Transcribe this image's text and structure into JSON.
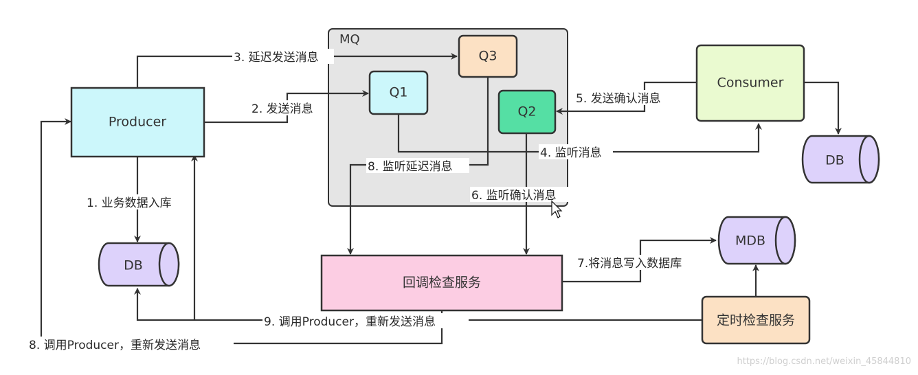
{
  "mq": {
    "title": "MQ"
  },
  "nodes": {
    "producer": "Producer",
    "q1": "Q1",
    "q2": "Q2",
    "q3": "Q3",
    "consumer": "Consumer",
    "db_left": "DB",
    "db_right": "DB",
    "mdb": "MDB",
    "callback": "回调检查服务",
    "timer": "定时检查服务"
  },
  "edges": {
    "e1": "1. 业务数据入库",
    "e2": "2. 发送消息",
    "e3": "3. 延迟发送消息",
    "e4": "4. 监听消息",
    "e5": "5. 发送确认消息",
    "e6": "6. 监听确认消息",
    "e7": "7.将消息写入数据库",
    "e8a": "8. 监听延迟消息",
    "e8b": "8. 调用Producer，重新发送消息",
    "e9": "9. 调用Producer，重新发送消息"
  },
  "watermark": "https://blog.csdn.net/weixin_45844810",
  "colors": {
    "producer": "#ccf7fb",
    "q1": "#ccf7fb",
    "q2": "#55dfa4",
    "q3": "#fce1c4",
    "consumer": "#eafad0",
    "db": "#ddd2fb",
    "callback": "#fccde3",
    "timer": "#fce1c4",
    "mq_box": "#e5e5e5"
  }
}
